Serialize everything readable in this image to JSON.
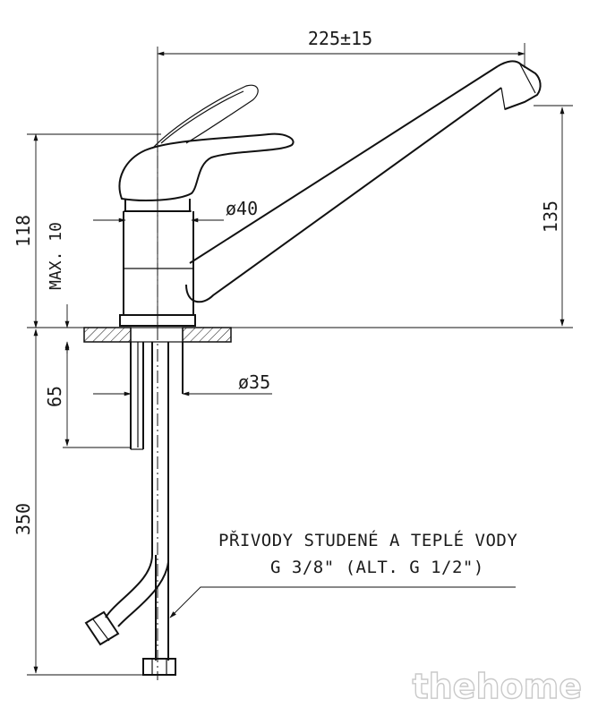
{
  "dimensions": {
    "width": "225±15",
    "height_total": "118",
    "max_base": "MAX. 10",
    "diameter_body": "ø40",
    "spout_height": "135",
    "diameter_shank": "ø35",
    "shank_length": "65",
    "hose_length": "350"
  },
  "note": {
    "line1": "PŘIVODY STUDENÉ A TEPLÉ VODY",
    "line2": "G 3/8\" (ALT. G 1/2\")"
  },
  "watermark": "thehome"
}
